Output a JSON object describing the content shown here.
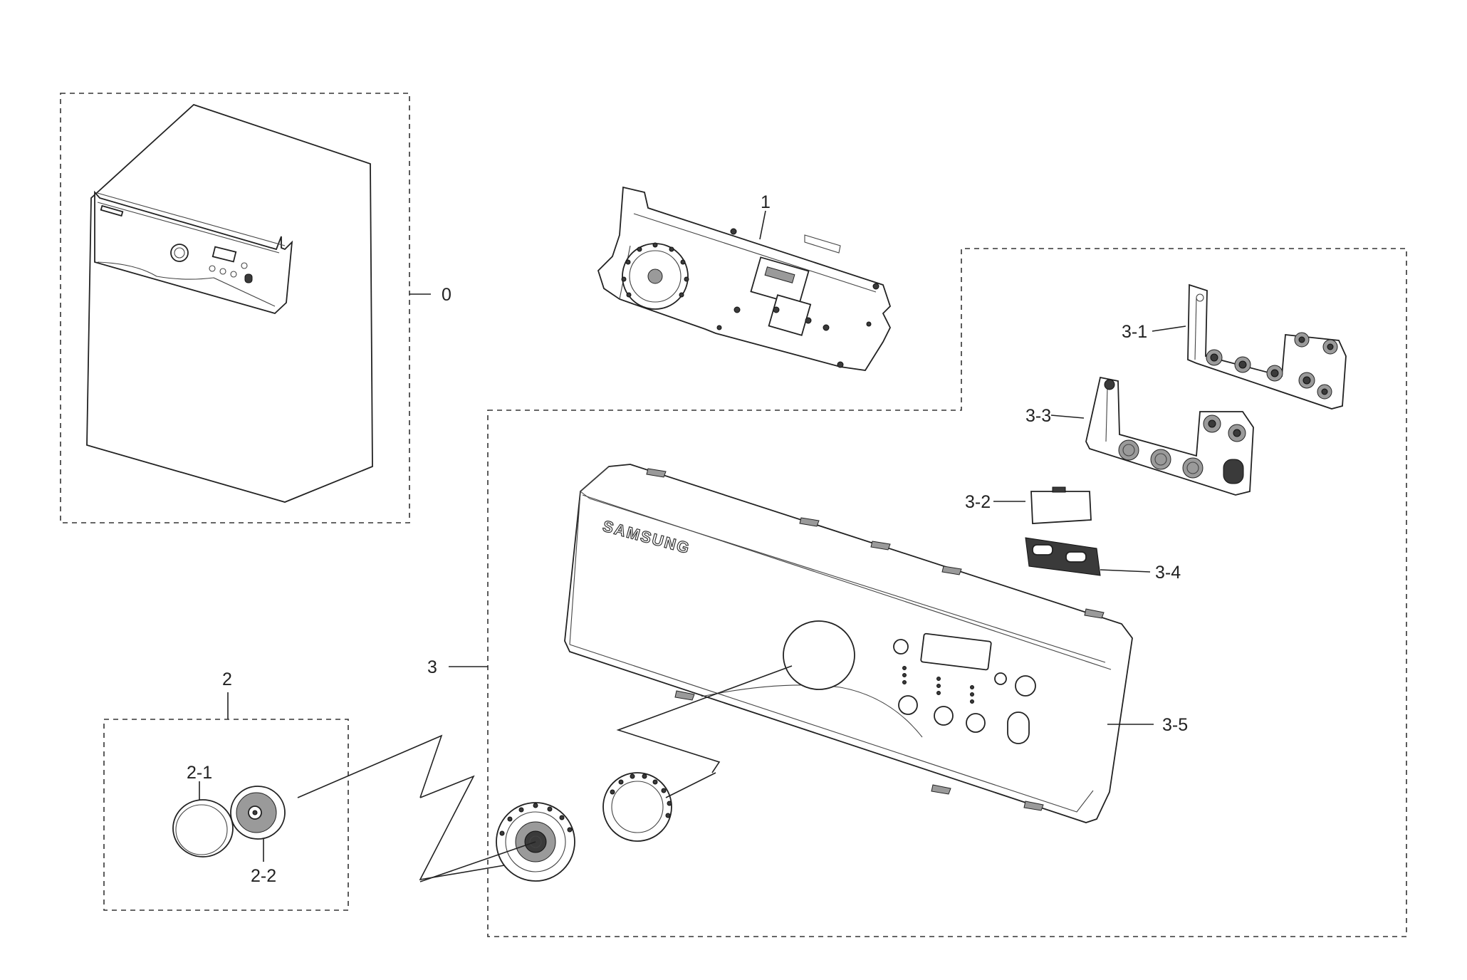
{
  "labels": {
    "part_0": "0",
    "part_1": "1",
    "part_2": "2",
    "part_2_1": "2-1",
    "part_2_2": "2-2",
    "part_3": "3",
    "part_3_1": "3-1",
    "part_3_2": "3-2",
    "part_3_3": "3-3",
    "part_3_4": "3-4",
    "part_3_5": "3-5"
  },
  "brand_text": "SAMSUNG",
  "colors": {
    "line": "#222222",
    "background": "#ffffff"
  }
}
